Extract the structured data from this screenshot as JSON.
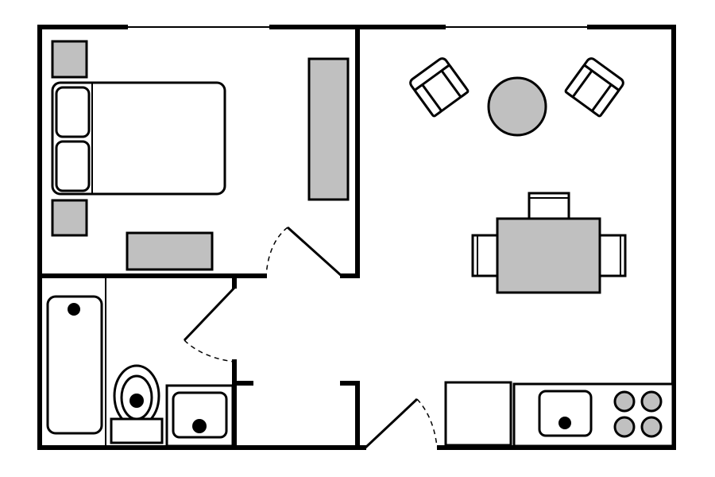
{
  "colors": {
    "wall": "#000000",
    "background": "#ffffff",
    "furniture_fill": "#c0c0c0"
  },
  "rooms": [
    "bedroom",
    "bathroom",
    "hallway",
    "living-room",
    "dining-area",
    "kitchen"
  ]
}
